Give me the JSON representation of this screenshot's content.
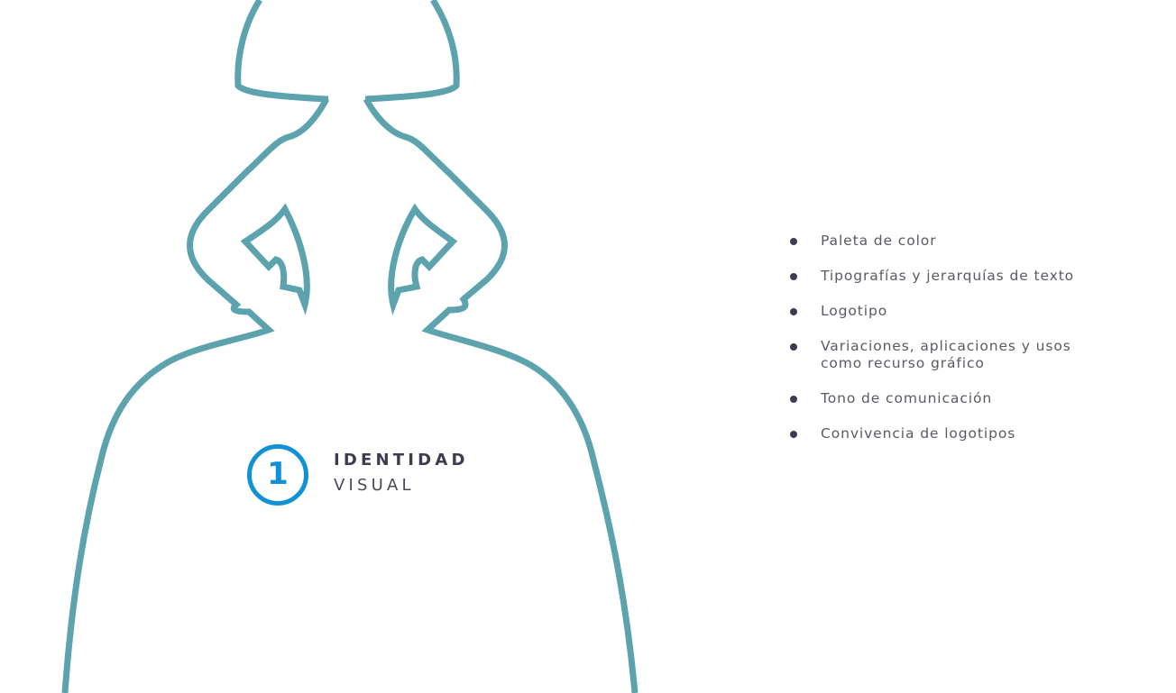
{
  "colors": {
    "outline": "#5ca3ae",
    "accent": "#1192d4",
    "title": "#3d3b4f",
    "body_text": "#5a5a62",
    "background": "#ffffff"
  },
  "section": {
    "number": "1",
    "title_line1": "IDENTIDAD",
    "title_line2": "VISUAL"
  },
  "topics": [
    {
      "label": "Paleta de color"
    },
    {
      "label": "Tipografías y jerarquías de texto"
    },
    {
      "label": "Logotipo"
    },
    {
      "label": "Variaciones, aplicaciones y usos como recurso gráfico"
    },
    {
      "label": "Tono de comunicación"
    },
    {
      "label": "Convivencia de logotipos"
    }
  ]
}
